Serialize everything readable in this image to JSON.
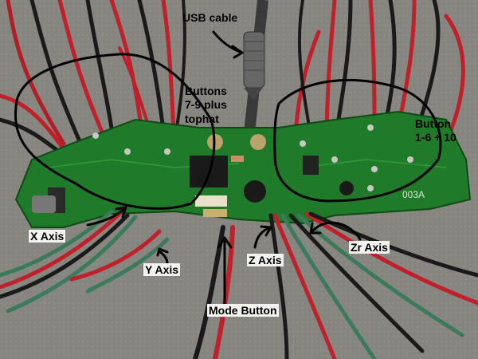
{
  "labels": {
    "usb_cable": "USB cable",
    "buttons_7_9_line1": "Buttons",
    "buttons_7_9_line2": "7-9 plus",
    "buttons_7_9_line3": "tophat",
    "button_1_6_line1": "Button",
    "button_1_6_line2": "1-6 + 10",
    "x_axis": "X Axis",
    "y_axis": "Y Axis",
    "z_axis": "Z Axis",
    "zr_axis": "Zr Axis",
    "mode_button": "Mode Button",
    "board_marking": "003A"
  },
  "colors": {
    "background": "#8c8a84",
    "pcb_green": "#1f7a2a",
    "wire_red": "#c0202a",
    "wire_black": "#1a1a1a",
    "wire_green": "#3b7a5a",
    "annotation": "#000000"
  }
}
